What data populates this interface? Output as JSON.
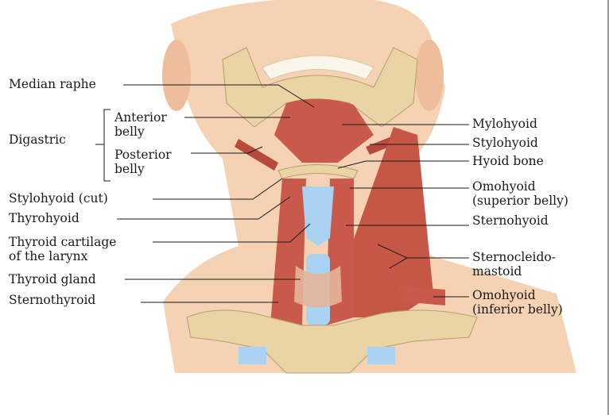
{
  "left_labels": {
    "median_raphe": "Median raphe",
    "digastric": "Digastric",
    "anterior_belly": [
      "Anterior",
      "belly"
    ],
    "posterior_belly": [
      "Posterior",
      "belly"
    ],
    "stylohyoid_cut": "Stylohyoid (cut)",
    "thyrohyoid": "Thyrohyoid",
    "thyroid_cartilage": [
      "Thyroid cartilage",
      "of the larynx"
    ],
    "thyroid_gland": "Thyroid gland",
    "sternothyroid": "Sternothyroid"
  },
  "right_labels": {
    "mylohyoid": "Mylohyoid",
    "stylohyoid": "Stylohyoid",
    "hyoid_bone": "Hyoid bone",
    "omohyoid_superior": [
      "Omohyoid",
      "(superior belly)"
    ],
    "sternohyoid": "Sternohyoid",
    "sternocleidomastoid": [
      "Sternocleido-",
      "mastoid"
    ],
    "omohyoid_inferior": [
      "Omohyoid",
      "(inferior belly)"
    ]
  },
  "colors": {
    "skin": "#f5d2b3",
    "bone": "#ead3a5",
    "muscle": "#c95a4b",
    "cartilage": "#a9d3f0",
    "line": "#1a1a1a"
  }
}
